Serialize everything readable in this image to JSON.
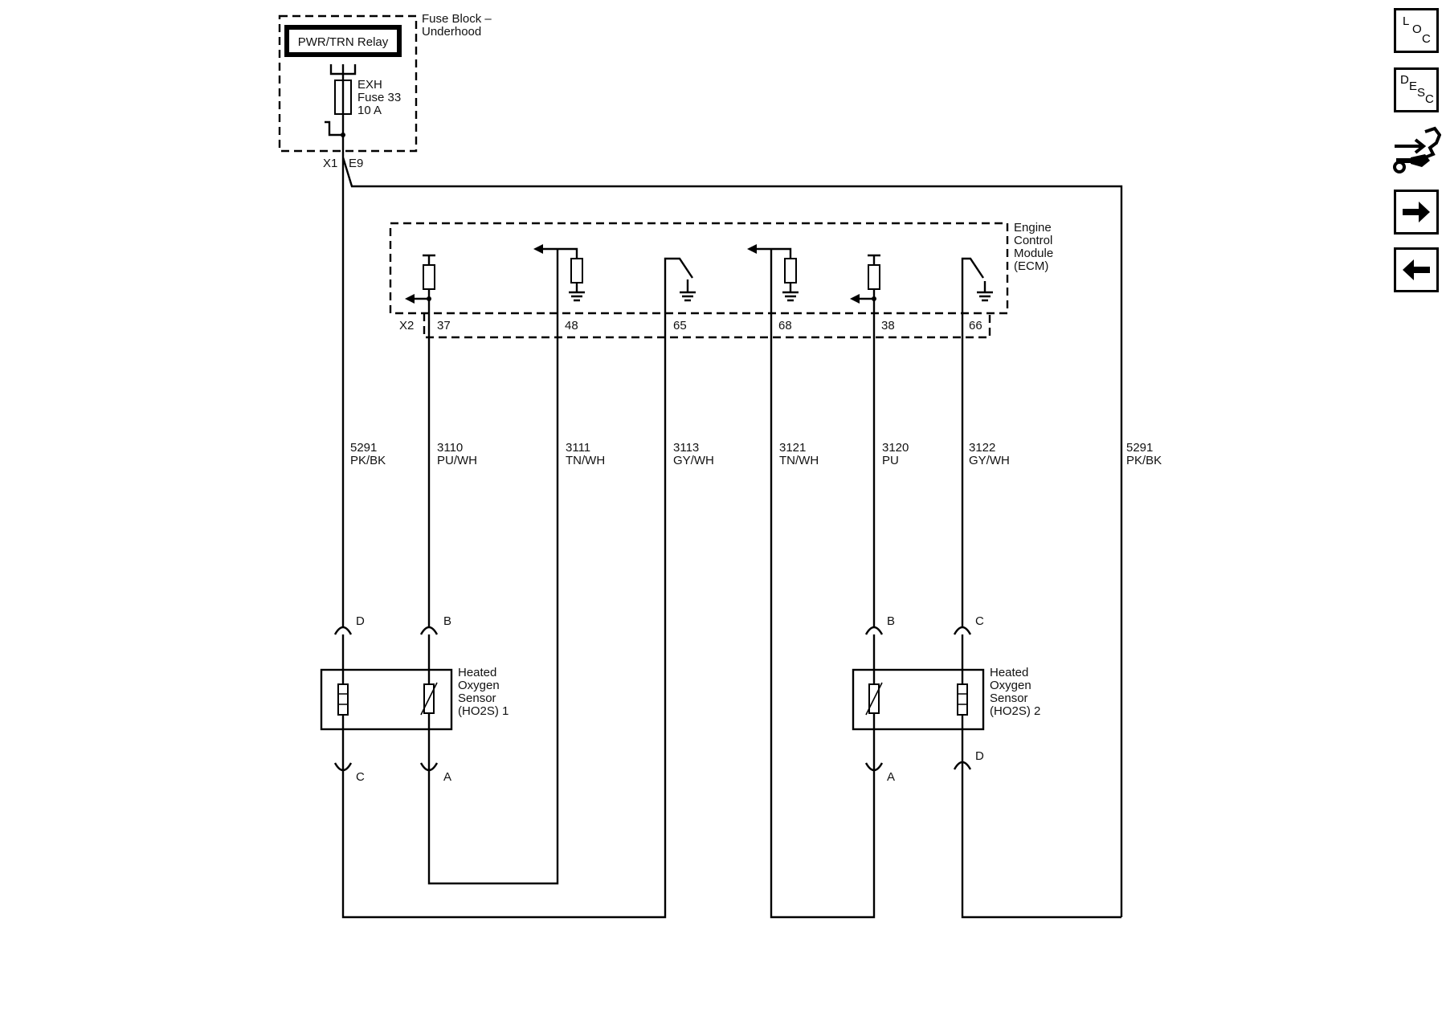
{
  "fuse_block": {
    "title": "Fuse Block –",
    "title_line2": "Underhood",
    "relay": "PWR/TRN Relay",
    "fuse_line1": "EXH",
    "fuse_line2": "Fuse 33",
    "fuse_line3": "10 A",
    "connector": "X1",
    "pin": "E9"
  },
  "ecm": {
    "line1": "Engine",
    "line2": "Control",
    "line3": "Module",
    "line4": "(ECM)",
    "connector": "X2",
    "pins": [
      "37",
      "48",
      "65",
      "68",
      "38",
      "66"
    ]
  },
  "wires": [
    {
      "circuit": "5291",
      "color": "PK/BK"
    },
    {
      "circuit": "3110",
      "color": "PU/WH"
    },
    {
      "circuit": "3111",
      "color": "TN/WH"
    },
    {
      "circuit": "3113",
      "color": "GY/WH"
    },
    {
      "circuit": "3121",
      "color": "TN/WH"
    },
    {
      "circuit": "3120",
      "color": "PU"
    },
    {
      "circuit": "3122",
      "color": "GY/WH"
    },
    {
      "circuit": "5291",
      "color": "PK/BK"
    }
  ],
  "sensor1": {
    "line1": "Heated",
    "line2": "Oxygen",
    "line3": "Sensor",
    "line4": "(HO2S) 1",
    "pins": {
      "top_left": "D",
      "top_right": "B",
      "bottom_left": "C",
      "bottom_right": "A"
    }
  },
  "sensor2": {
    "line1": "Heated",
    "line2": "Oxygen",
    "line3": "Sensor",
    "line4": "(HO2S) 2",
    "pins": {
      "top_left": "B",
      "top_right": "C",
      "bottom_left": "A",
      "bottom_right": "D"
    }
  },
  "nav": {
    "loc": {
      "l1": "L",
      "l2": "O",
      "l3": "C"
    },
    "desc": {
      "l1": "D",
      "l2": "E",
      "l3": "S",
      "l4": "C"
    }
  }
}
